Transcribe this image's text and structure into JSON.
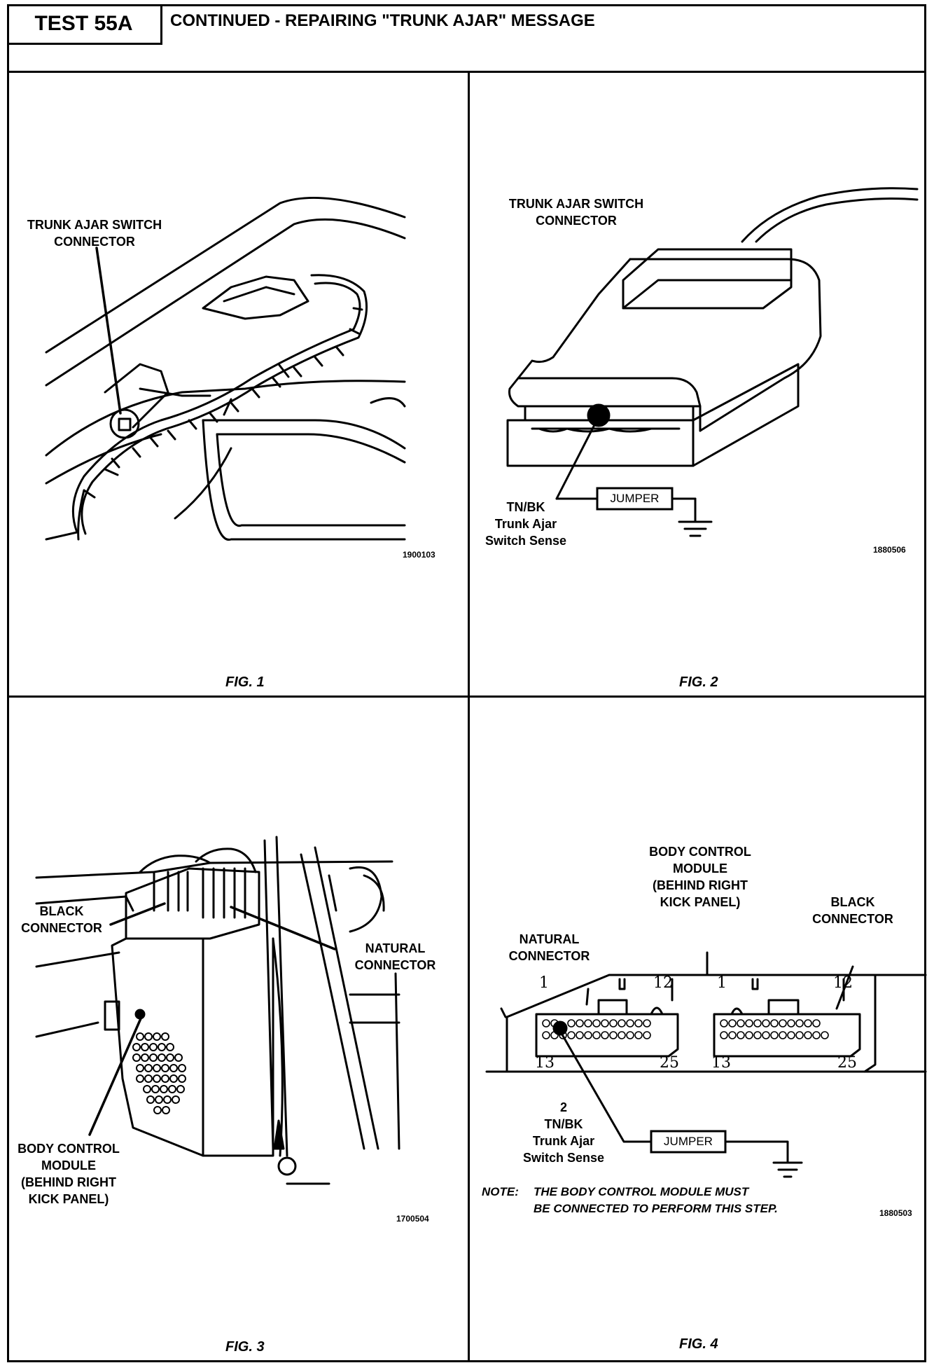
{
  "header": {
    "test_id": "TEST 55A",
    "title": "CONTINUED - REPAIRING \"TRUNK AJAR\" MESSAGE"
  },
  "fig1": {
    "callout": "TRUNK AJAR SWITCH\nCONNECTOR",
    "image_number": "1900103",
    "caption": "FIG. 1"
  },
  "fig2": {
    "callout": "TRUNK AJAR SWITCH\nCONNECTOR",
    "wire_label": "TN/BK\nTrunk Ajar\nSwitch Sense",
    "jumper": "JUMPER",
    "image_number": "1880506",
    "caption": "FIG. 2"
  },
  "fig3": {
    "black_connector": "BLACK\nCONNECTOR",
    "natural_connector": "NATURAL\nCONNECTOR",
    "module": "BODY CONTROL\nMODULE\n(BEHIND RIGHT\nKICK PANEL)",
    "image_number": "1700504",
    "caption": "FIG. 3"
  },
  "fig4": {
    "module": "BODY CONTROL\nMODULE\n(BEHIND RIGHT\nKICK PANEL)",
    "natural_connector": "NATURAL\nCONNECTOR",
    "black_connector": "BLACK\nCONNECTOR",
    "pins": {
      "p1a": "1",
      "p12a": "12",
      "p13a": "13",
      "p25a": "25",
      "p1b": "1",
      "p12b": "12",
      "p13b": "13",
      "p25b": "25"
    },
    "wire_label": "2\nTN/BK\nTrunk Ajar\nSwitch Sense",
    "jumper": "JUMPER",
    "note_prefix": "NOTE:",
    "note_text": "THE BODY CONTROL MODULE MUST\nBE CONNECTED TO PERFORM THIS STEP.",
    "image_number": "1880503",
    "caption": "FIG. 4"
  }
}
